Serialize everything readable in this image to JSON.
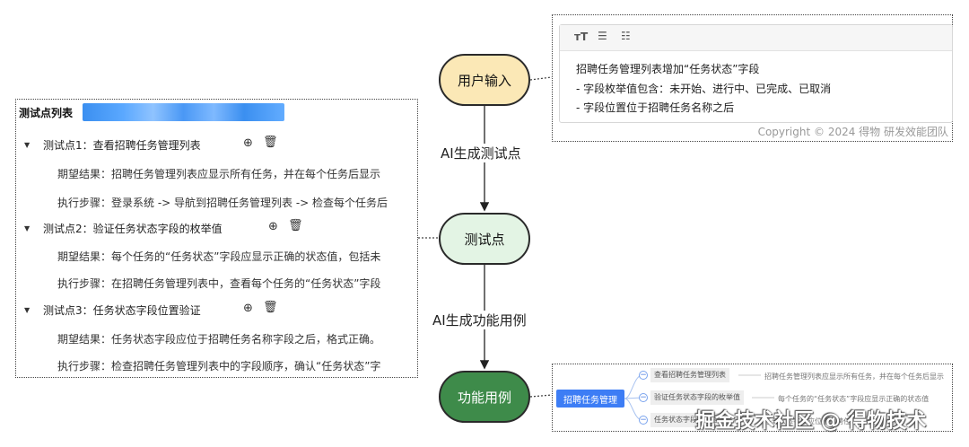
{
  "left_panel": {
    "title": "测试点列表",
    "items": [
      {
        "label": "测试点1：查看招聘任务管理列表",
        "expected": "期望结果：招聘任务管理列表应显示所有任务，并在每个任务后显示",
        "steps": "执行步骤：登录系统 -> 导航到招聘任务管理列表 -> 检查每个任务后"
      },
      {
        "label": "测试点2：验证任务状态字段的枚举值",
        "expected": "期望结果：每个任务的“任务状态”字段应显示正确的状态值，包括未",
        "steps": "执行步骤：在招聘任务管理列表中，查看每个任务的“任务状态”字段"
      },
      {
        "label": "测试点3：任务状态字段位置验证",
        "expected": "期望结果：任务状态字段应位于招聘任务名称字段之后，格式正确。",
        "steps": "执行步骤：检查招聘任务管理列表中的字段顺序，确认“任务状态”字"
      }
    ],
    "icons": {
      "caret": "caret-down-icon",
      "add": "plus-circle-icon",
      "delete": "trash-icon"
    }
  },
  "flow": {
    "nodes": {
      "user_input": "用户输入",
      "test_points": "测试点",
      "func_cases": "功能用例"
    },
    "edges": {
      "gen_test_points": "AI生成测试点",
      "gen_func_cases": "AI生成功能用例"
    },
    "colors": {
      "user_input": "#fbe8b6",
      "test_points": "#e3f4e4",
      "func_cases": "#3e8b4a"
    }
  },
  "input_panel": {
    "toolbar_icons": [
      "text-size-icon",
      "bullet-list-icon",
      "numbered-list-icon"
    ],
    "lines": [
      "招聘任务管理列表增加“任务状态”字段",
      " - 字段枚举值包含：未开始、进行中、已完成、已取消",
      " - 字段位置位于招聘任务名称之后"
    ],
    "copyright": "Copyright © 2024 得物 研发效能团队"
  },
  "mindmap": {
    "root": "招聘任务管理",
    "branches": [
      {
        "node": "查看招聘任务管理列表",
        "leaf": "招聘任务管理列表应显示所有任务，并在每个任务后显示"
      },
      {
        "node": "验证任务状态字段的枚举值",
        "leaf": "每个任务的“任务状态”字段应显示正确的状态值"
      },
      {
        "node": "任务状态字段位置验证",
        "leaf": "任务状态字段应位于招聘任务名称字段之后"
      }
    ],
    "accent": "#3d7df5"
  },
  "watermark": "掘金技术社区 @ 得物技术"
}
